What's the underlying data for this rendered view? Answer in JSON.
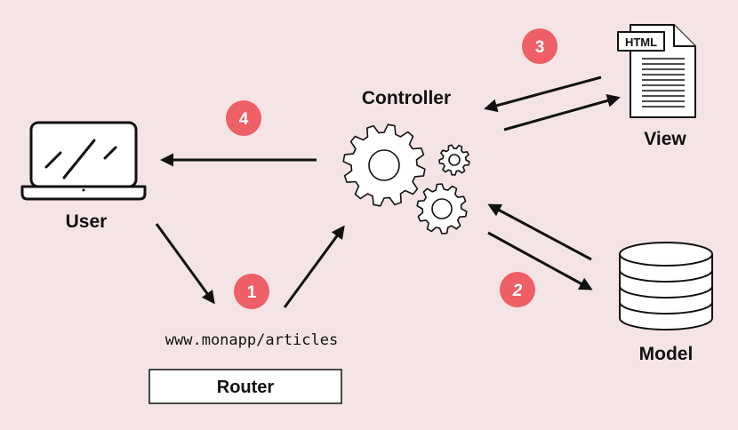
{
  "labels": {
    "controller": "Controller",
    "view": "View",
    "model": "Model",
    "user": "User",
    "router": "Router",
    "url": "www.monapp/articles",
    "html_tag": "HTML"
  },
  "steps": [
    "1",
    "2",
    "3",
    "4"
  ],
  "colors": {
    "background": "#f5e4e6",
    "badge": "#ee5f66",
    "stroke": "#111111",
    "fill": "#ffffff"
  },
  "icons": [
    "laptop-icon",
    "gears-icon",
    "html-document-icon",
    "database-icon"
  ]
}
